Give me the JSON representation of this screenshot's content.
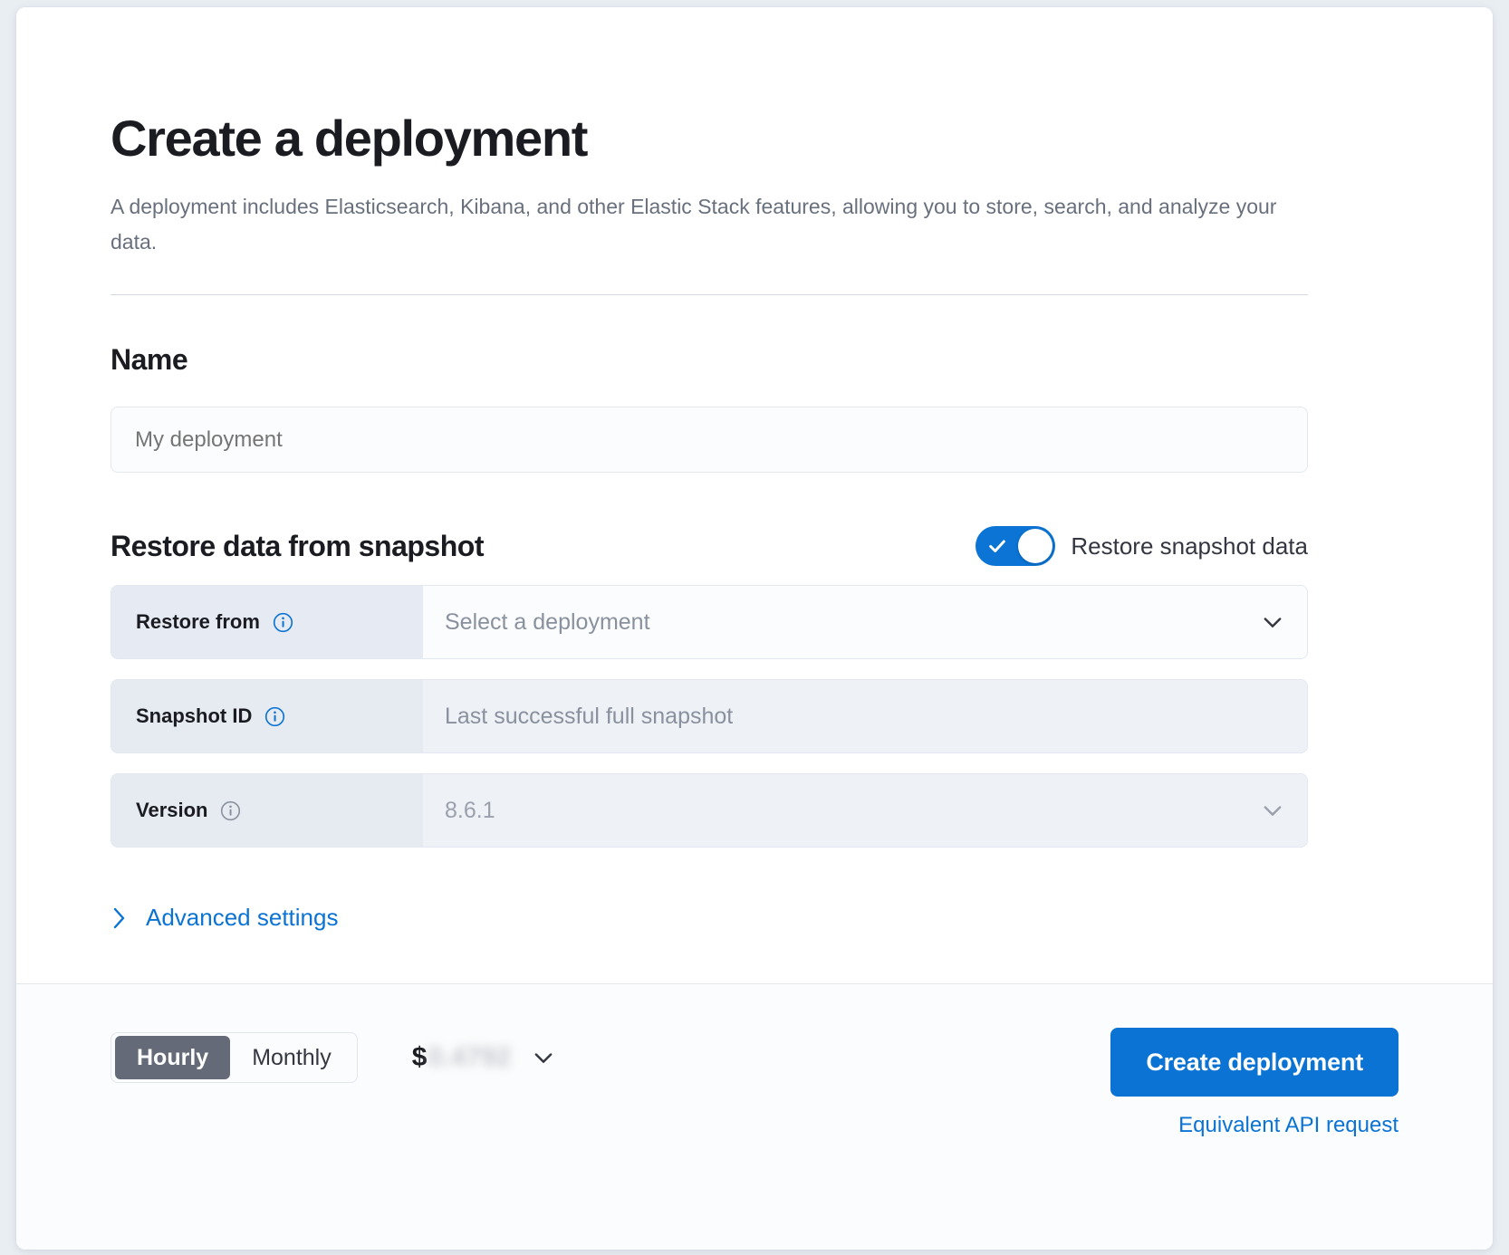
{
  "header": {
    "title": "Create a deployment",
    "description": "A deployment includes Elasticsearch, Kibana, and other Elastic Stack features, allowing you to store, search, and analyze your data."
  },
  "name_section": {
    "title": "Name",
    "input_value": "",
    "input_placeholder": "My deployment"
  },
  "restore_section": {
    "title": "Restore data from snapshot",
    "toggle": {
      "label": "Restore snapshot data",
      "checked": true,
      "icon": "check-icon",
      "on_color": "#0b74d4"
    },
    "rows": [
      {
        "label": "Restore from",
        "info_icon": "info-circle-icon",
        "value": "Select a deployment",
        "is_placeholder": true,
        "disabled": false,
        "control": "dropdown",
        "control_icon": "chevron-down-icon"
      },
      {
        "label": "Snapshot ID",
        "info_icon": "info-circle-icon",
        "value": "Last successful full snapshot",
        "is_placeholder": true,
        "disabled": true,
        "control": "text",
        "control_icon": ""
      },
      {
        "label": "Version",
        "info_icon": "info-circle-icon",
        "value": "8.6.1",
        "is_placeholder": false,
        "disabled": true,
        "control": "dropdown",
        "control_icon": "chevron-down-icon"
      }
    ],
    "advanced_settings": {
      "label": "Advanced settings",
      "icon": "chevron-right-icon",
      "expanded": false
    }
  },
  "footer": {
    "billing_toggle": {
      "options": [
        "Hourly",
        "Monthly"
      ],
      "selected": "Hourly"
    },
    "price": {
      "currency_symbol": "$",
      "amount": "0.4792",
      "redacted": true,
      "icon": "chevron-down-icon"
    },
    "create_button": "Create deployment",
    "api_link": "Equivalent API request"
  },
  "colors": {
    "accent_blue": "#0b73d3",
    "toggle_blue": "#0b74d4",
    "text_dark": "#1a1c21",
    "text_muted": "#69707d",
    "label_bg": "#e6eaf2",
    "field_bg": "#fbfcfd",
    "disabled_bg": "#eef1f5",
    "seg_active_bg": "#646a77"
  }
}
